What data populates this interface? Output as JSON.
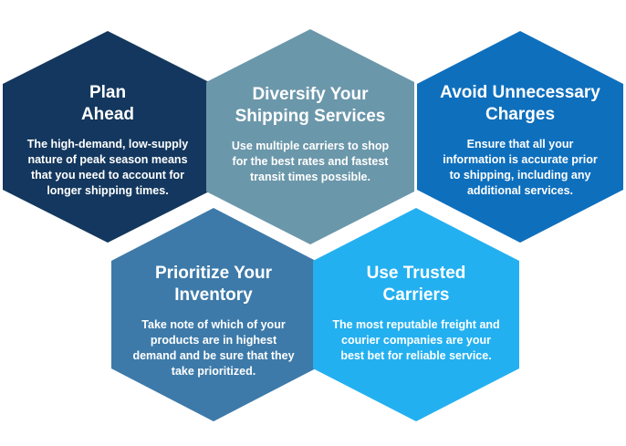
{
  "hexagons": [
    {
      "id": "plan-ahead",
      "title_line1": "Plan",
      "title_line2": "Ahead",
      "body": "The high-demand, low-supply nature of peak season means that you need to account for longer shipping times.",
      "color": "#13375e"
    },
    {
      "id": "diversify",
      "title_line1": "Diversify Your",
      "title_line2": "Shipping Services",
      "body": "Use multiple carriers to shop for the best rates and fastest transit times possible.",
      "color": "#6b97aa"
    },
    {
      "id": "avoid-charges",
      "title_line1": "Avoid Unnecessary",
      "title_line2": "Charges",
      "body": "Ensure that all your information is accurate prior to shipping, including any additional services.",
      "color": "#0e6fbd"
    },
    {
      "id": "prioritize",
      "title_line1": "Prioritize Your",
      "title_line2": "Inventory",
      "body": "Take note of which of your products are in highest demand and be sure that they take prioritized.",
      "color": "#3d7aa9"
    },
    {
      "id": "trusted-carriers",
      "title_line1": "Use Trusted",
      "title_line2": "Carriers",
      "body": "The most reputable freight and courier companies are your best bet for reliable service.",
      "color": "#23b0f0"
    }
  ]
}
